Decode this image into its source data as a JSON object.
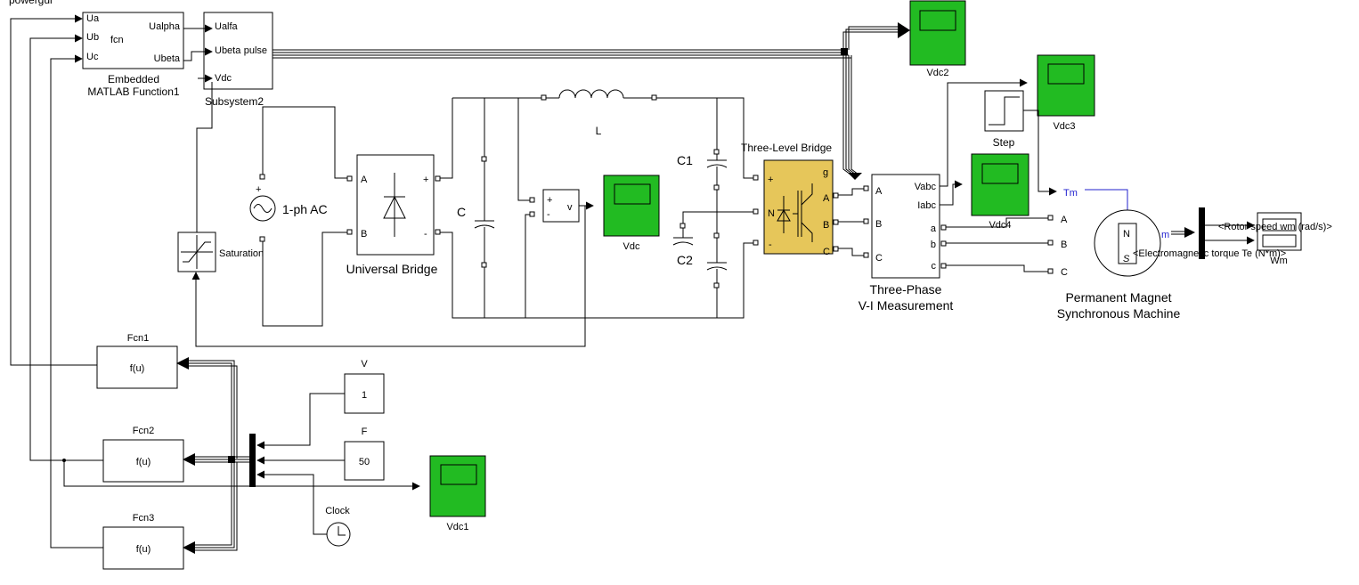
{
  "canvas": {
    "background": "#ffffff",
    "scope_color": "#22bb22",
    "bridge_color": "#e6c65a",
    "signal_color": "#2222cc"
  },
  "title_fragment": "powergui",
  "embedded_function": {
    "inputs": [
      "Ua",
      "Ub",
      "Uc"
    ],
    "outputs": [
      "Ualpha",
      "Ubeta"
    ],
    "core": "fcn",
    "name_line1": "Embedded",
    "name_line2": "MATLAB Function1"
  },
  "subsystem": {
    "inputs": [
      "Ualfa",
      "Ubeta",
      "Vdc"
    ],
    "output": "pulse",
    "name": "Subsystem2"
  },
  "scopes": {
    "vdc": "Vdc",
    "vdc1": "Vdc1",
    "vdc2": "Vdc2",
    "vdc3": "Vdc3",
    "vdc4": "Vdc4"
  },
  "ac_source": {
    "name": "1-ph AC",
    "plus": "+"
  },
  "saturation": {
    "name": "Saturation"
  },
  "universal_bridge": {
    "name": "Universal Bridge",
    "ports": [
      "A",
      "B",
      "+",
      "-"
    ]
  },
  "capacitors": {
    "c": "C",
    "c1": "C1",
    "c2": "C2"
  },
  "inductor": {
    "name": "L"
  },
  "voltmeter": {
    "plus": "+",
    "minus": "-",
    "out": "v"
  },
  "three_level_bridge": {
    "name": "Three-Level Bridge",
    "ports_left": [
      "+",
      "N",
      "-"
    ],
    "ports_right": [
      "g",
      "A",
      "B",
      "C"
    ]
  },
  "vi_measurement": {
    "left_ports": [
      "A",
      "B",
      "C"
    ],
    "right_ports": [
      "Vabc",
      "Iabc",
      "a",
      "b",
      "c"
    ],
    "name_line1": "Three-Phase",
    "name_line2": "V-I Measurement"
  },
  "pmsm": {
    "ports": [
      "Tm",
      "A",
      "B",
      "C",
      "m"
    ],
    "pole_n": "N",
    "pole_s": "S",
    "name_line1": "Permanent Magnet",
    "name_line2": "Synchronous Machine"
  },
  "step": {
    "name": "Step"
  },
  "bus_selector": {
    "signal1": "<Rotor speed wm (rad/s)>",
    "signal2": "<Electromagnetic torque Te (N*m)>",
    "display": "Wm"
  },
  "fcn_blocks": [
    {
      "name": "Fcn1",
      "expr": "f(u)"
    },
    {
      "name": "Fcn2",
      "expr": "f(u)"
    },
    {
      "name": "Fcn3",
      "expr": "f(u)"
    }
  ],
  "constants": {
    "v_label": "V",
    "v_value": "1",
    "f_label": "F",
    "f_value": "50"
  },
  "clock": {
    "name": "Clock"
  }
}
